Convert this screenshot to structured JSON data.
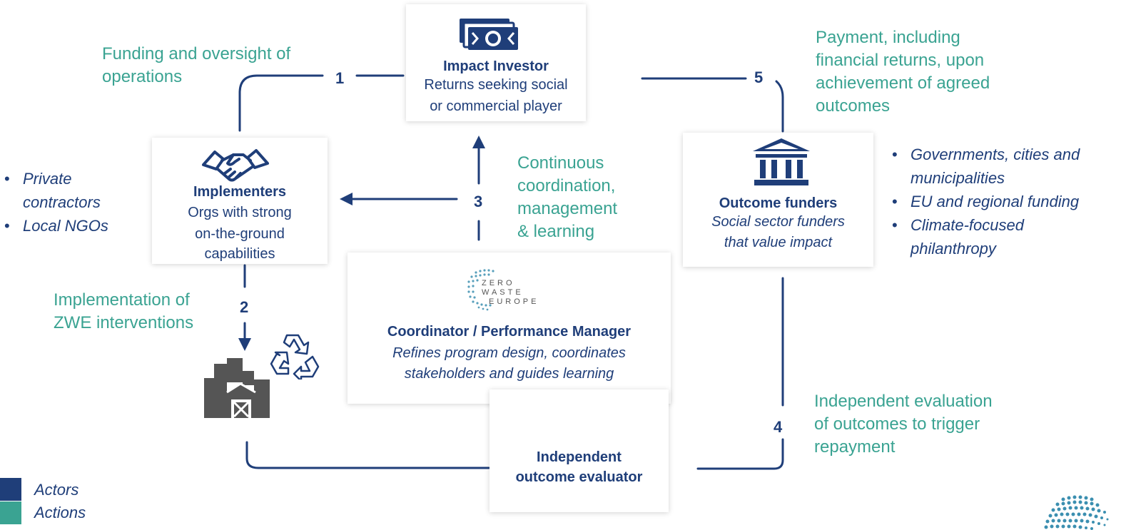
{
  "colors": {
    "actor": "#1f3e79",
    "action": "#3aa392",
    "icon": "#555555"
  },
  "impact_investor": {
    "icon": "money-icon",
    "title": "Impact Investor",
    "lines": [
      "Returns seeking social",
      "or commercial player"
    ]
  },
  "implementers": {
    "icon": "handshake-icon",
    "title": "Implementers",
    "lines": [
      "Orgs with strong",
      "on-the-ground",
      "capabilities"
    ]
  },
  "implementers_list": [
    "Private",
    "contractors",
    "Local NGOs"
  ],
  "outcome_funders": {
    "icon": "bank-icon",
    "title": "Outcome funders",
    "lines": [
      "Social sector funders",
      "that value impact"
    ]
  },
  "funders_list": [
    "Governments, cities and",
    "municipalities",
    "EU and regional funding",
    "Climate-focused",
    "philanthropy"
  ],
  "coordinator": {
    "logo_lines": [
      "ZERO",
      "WASTE",
      "EUROPE"
    ],
    "title": "Coordinator / Performance Manager",
    "lines": [
      "Refines program design, coordinates",
      "stakeholders and guides learning"
    ]
  },
  "evaluator": {
    "lines": [
      "Independent",
      "outcome evaluator"
    ]
  },
  "actions": {
    "a1": [
      "Funding and oversight of",
      "operations"
    ],
    "a2": [
      "Implementation of",
      "ZWE interventions"
    ],
    "a3": [
      "Continuous",
      "coordination,",
      "management",
      "& learning"
    ],
    "a4": [
      "Independent evaluation",
      "of outcomes to trigger",
      "repayment"
    ],
    "a5": [
      "Payment, including",
      "financial returns, upon",
      "achievement of agreed",
      "outcomes"
    ]
  },
  "steps": {
    "s1": "1",
    "s2": "2",
    "s3": "3",
    "s4": "4",
    "s5": "5"
  },
  "legend": {
    "actors": "Actors",
    "actions": "Actions"
  },
  "icons": {
    "beneficiary": "factory-farm-icon",
    "recycle": "recycle-icon",
    "corner_logo": "zwe-logo-icon"
  }
}
